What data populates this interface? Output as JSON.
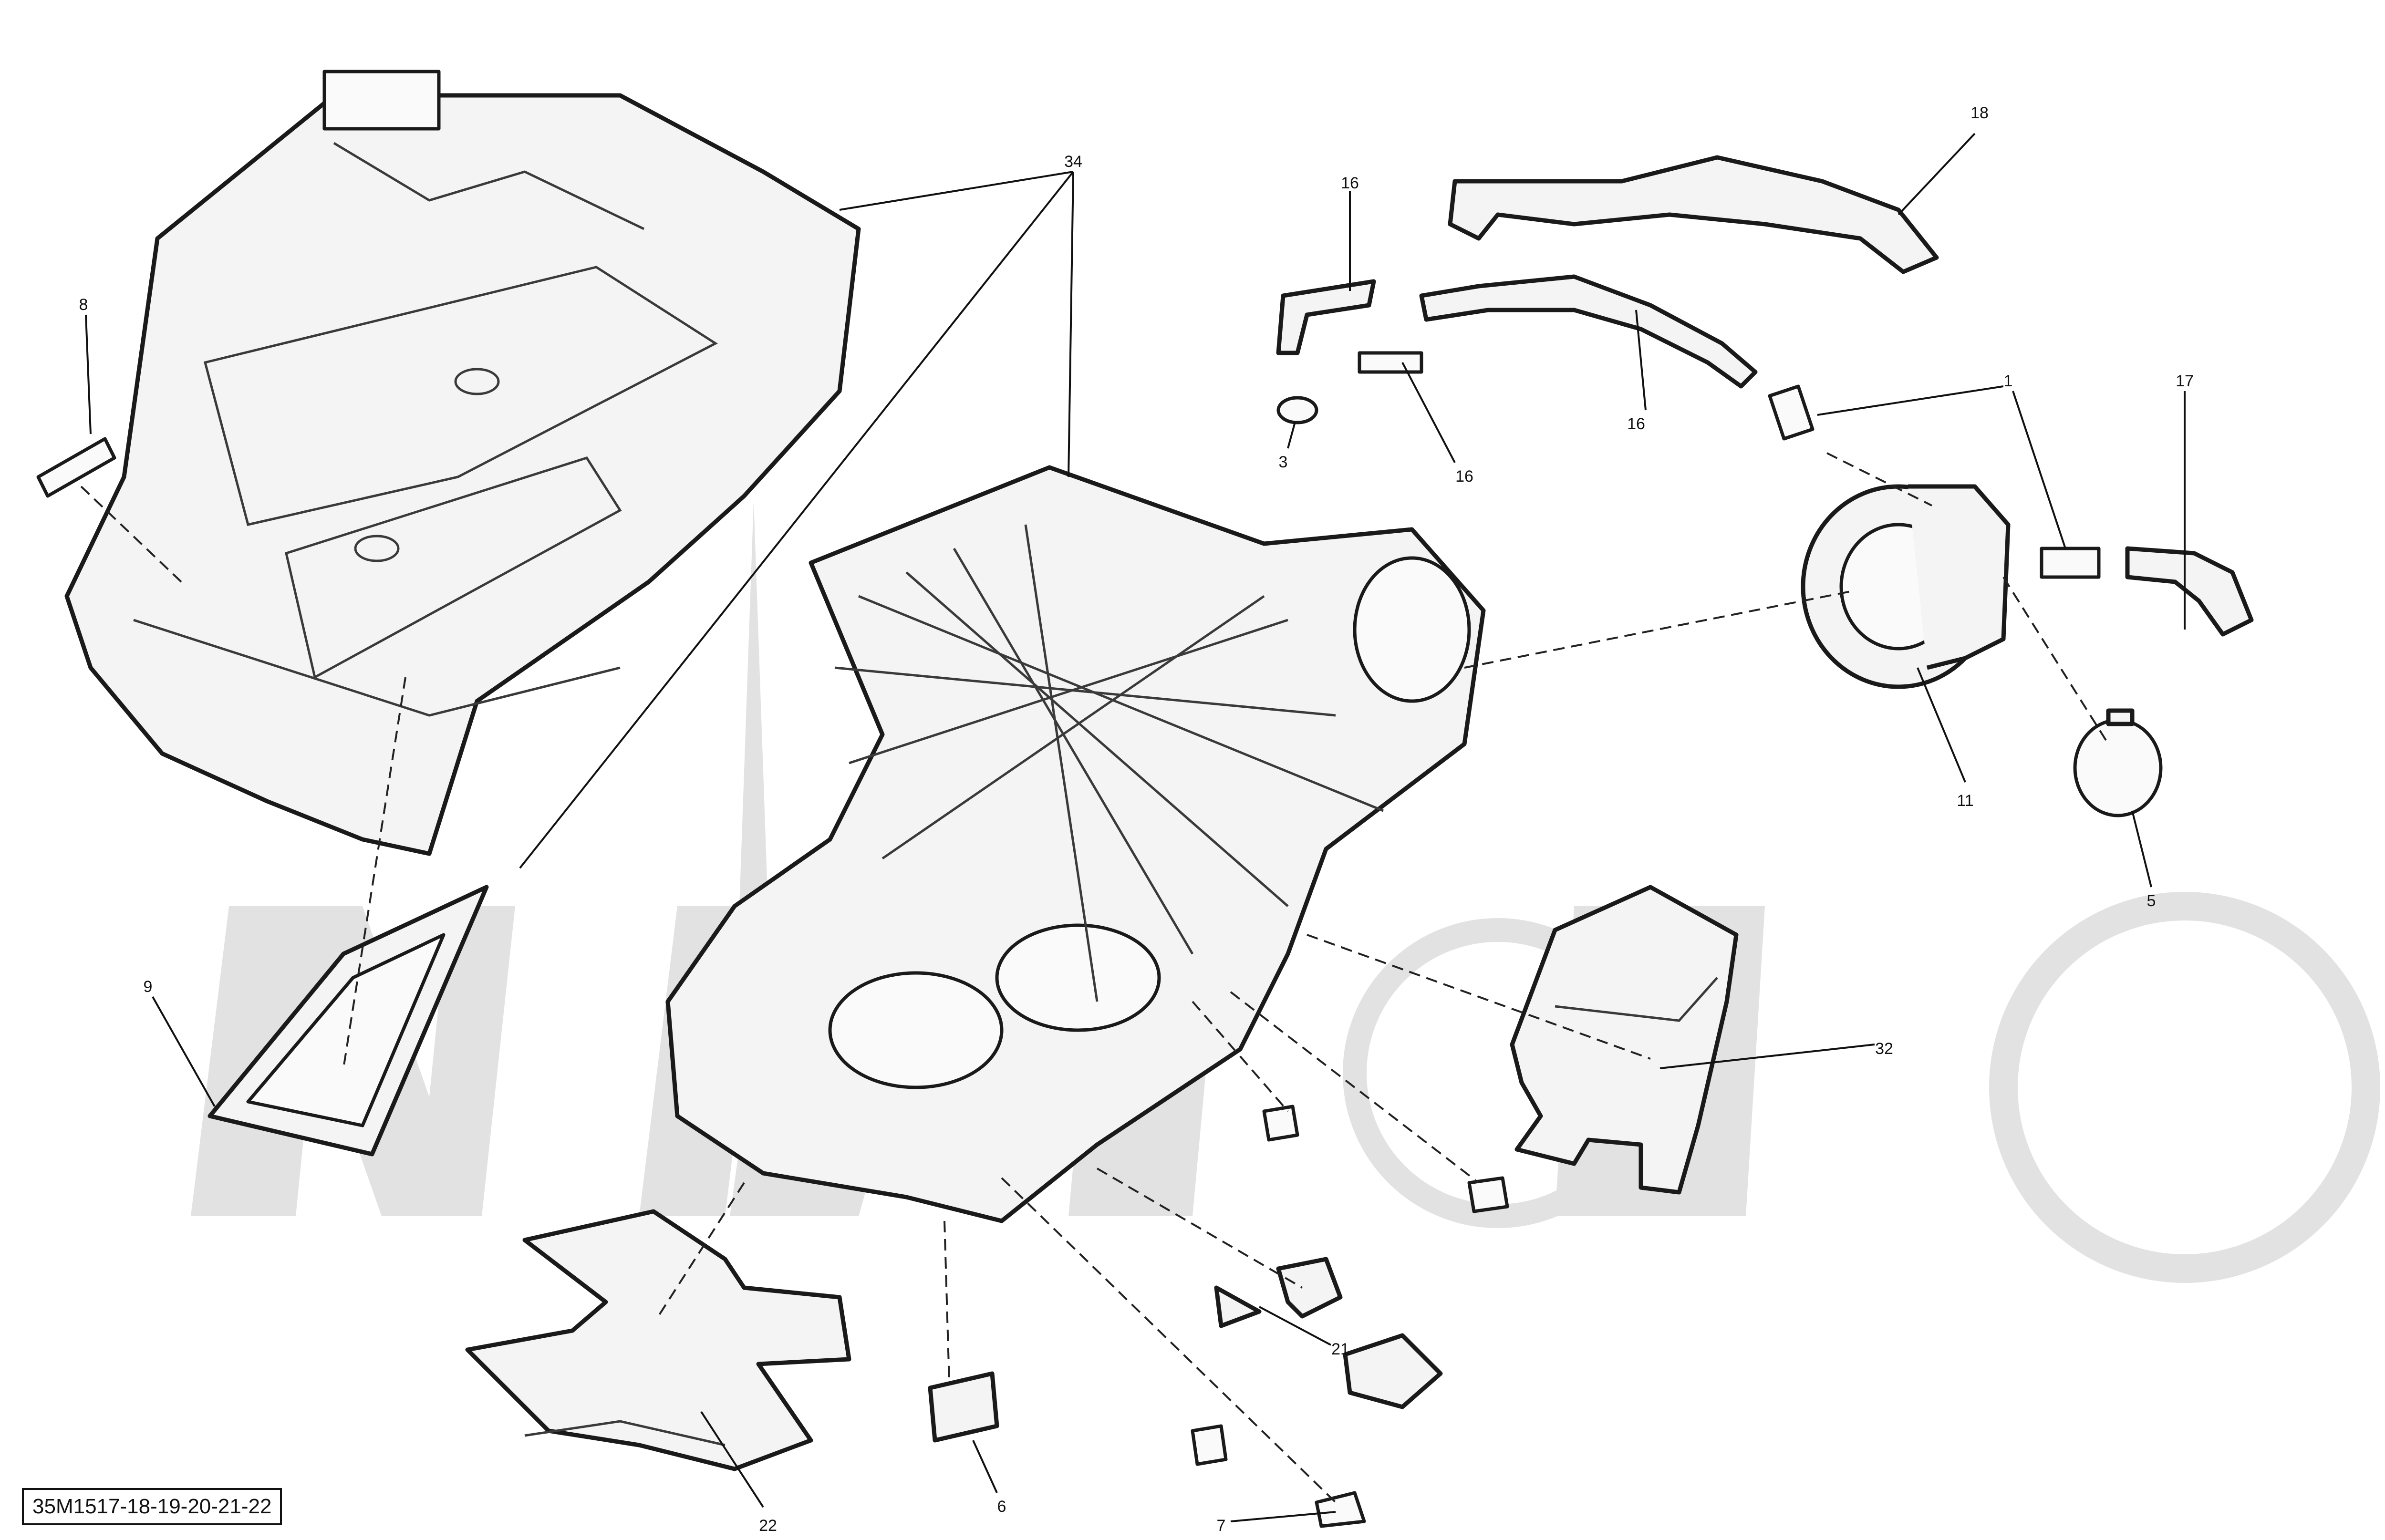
{
  "diagram": {
    "reference_code": "35M1517-18-19-20-21-22",
    "callouts": [
      {
        "id": "c34",
        "text": "34"
      },
      {
        "id": "c18",
        "text": "18"
      },
      {
        "id": "c16a",
        "text": "16"
      },
      {
        "id": "c16b",
        "text": "16"
      },
      {
        "id": "c16c",
        "text": "16"
      },
      {
        "id": "c3",
        "text": "3"
      },
      {
        "id": "c1",
        "text": "1"
      },
      {
        "id": "c17",
        "text": "17"
      },
      {
        "id": "c8",
        "text": "8"
      },
      {
        "id": "c11",
        "text": "11"
      },
      {
        "id": "c5",
        "text": "5"
      },
      {
        "id": "c9",
        "text": "9"
      },
      {
        "id": "c32",
        "text": "32"
      },
      {
        "id": "c21",
        "text": "21"
      },
      {
        "id": "c22",
        "text": "22"
      },
      {
        "id": "c6",
        "text": "6"
      },
      {
        "id": "c7",
        "text": "7"
      }
    ]
  }
}
